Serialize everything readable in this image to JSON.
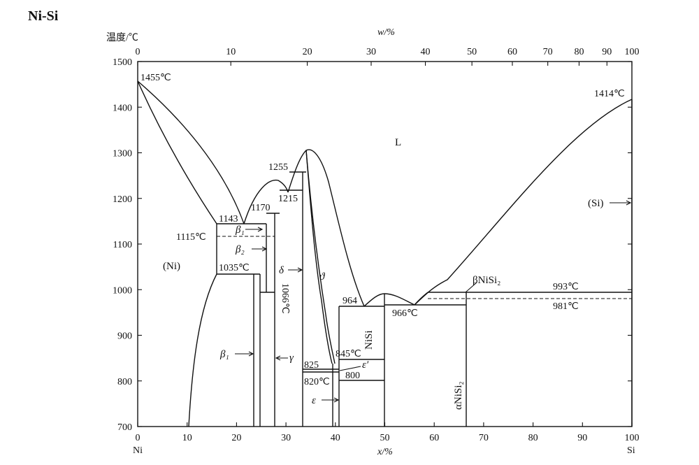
{
  "title": "Ni-Si",
  "axes": {
    "y_label": "温度/℃",
    "top_label": "w/%",
    "bottom_label": "x/%",
    "y_ticks": [
      "1500",
      "1400",
      "1300",
      "1200",
      "1100",
      "1000",
      "900",
      "800",
      "700"
    ],
    "top_ticks": [
      "0",
      "10",
      "20",
      "30",
      "40",
      "50",
      "60",
      "70",
      "80",
      "90",
      "100"
    ],
    "bottom_ticks": [
      "0",
      "10",
      "20",
      "30",
      "40",
      "50",
      "60",
      "70",
      "80",
      "90",
      "100"
    ],
    "left_element": "Ni",
    "right_element": "Si"
  },
  "labels": {
    "t1455": "1455℃",
    "t1414": "1414℃",
    "t1255": "1255",
    "t1215": "1215",
    "t1170": "1170",
    "t1143": "1143",
    "t1115": "1115℃",
    "t1035": "1035℃",
    "t964": "964",
    "t966": "966℃",
    "t993": "993℃",
    "t981": "981℃",
    "t845": "845℃",
    "t825": "825",
    "t820": "820℃",
    "t800": "800",
    "t1066": "1066℃"
  },
  "phases": {
    "L": "L",
    "Ni": "(Ni)",
    "Si": "(Si)",
    "beta1_top": "β₁",
    "beta2": "β₂",
    "beta1_low": "β₁",
    "gamma": "γ",
    "delta": "δ",
    "theta": "ϑ",
    "epsilon": "ε",
    "epsilon_prime": "ε′",
    "nisi": "NiSi",
    "beta_nisi2": "βNiSi₂",
    "alpha_nisi2": "αNiSi₂"
  },
  "chart_data": {
    "type": "phase_diagram",
    "system": "Ni-Si",
    "x_unit": "x/% (atomic)",
    "x_top_unit": "w/% (weight)",
    "y_unit": "温度/℃",
    "xlim": [
      0,
      100
    ],
    "ylim": [
      700,
      1500
    ],
    "invariants": [
      {
        "label": "1455℃",
        "x": 0,
        "T": 1455
      },
      {
        "label": "1414℃",
        "x": 100,
        "T": 1414
      },
      {
        "label": "1255",
        "x": 34,
        "T": 1255
      },
      {
        "label": "1215",
        "x": 28,
        "T": 1215
      },
      {
        "label": "1170",
        "x": 25,
        "T": 1170
      },
      {
        "label": "1143",
        "x": 16,
        "T": 1143
      },
      {
        "label": "1115℃",
        "x": 16,
        "T": 1115
      },
      {
        "label": "1035℃",
        "x": 16,
        "T": 1035
      },
      {
        "label": "964",
        "x": 41,
        "T": 964
      },
      {
        "label": "966℃",
        "x": 56,
        "T": 966
      },
      {
        "label": "993℃",
        "x": 67,
        "T": 993
      },
      {
        "label": "981℃",
        "x": 67,
        "T": 981
      },
      {
        "label": "845℃",
        "x": 41,
        "T": 845
      },
      {
        "label": "825",
        "x": 34,
        "T": 825
      },
      {
        "label": "820℃",
        "x": 34,
        "T": 820
      },
      {
        "label": "800",
        "x": 41,
        "T": 800
      }
    ],
    "phases": [
      "L",
      "(Ni)",
      "(Si)",
      "β₁",
      "β₂",
      "γ",
      "δ",
      "ϑ",
      "ε",
      "ε′",
      "NiSi",
      "βNiSi₂",
      "αNiSi₂"
    ]
  }
}
